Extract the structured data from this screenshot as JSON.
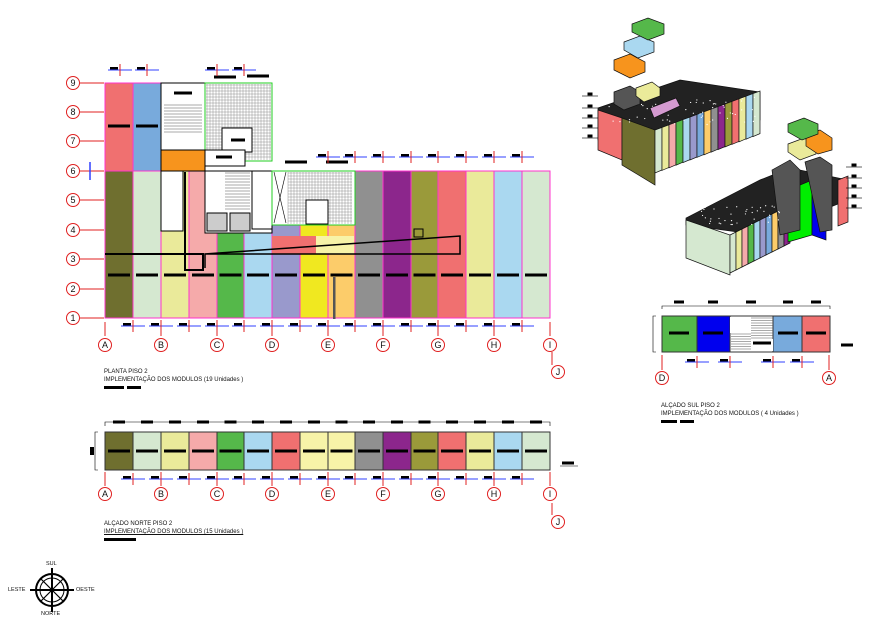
{
  "plan": {
    "title": "PLANTA PISO 2",
    "subtitle": "IMPLEMENTAÇÃO DOS MODULOS (19 Unidades )",
    "row_labels": [
      "1",
      "2",
      "3",
      "4",
      "5",
      "6",
      "7",
      "8",
      "9"
    ],
    "col_labels": [
      "A",
      "B",
      "C",
      "D",
      "E",
      "F",
      "G",
      "H",
      "I"
    ],
    "extra_label": "J",
    "module_colors": [
      "#6f6f2f",
      "#d5e8d0",
      "#eaea9a",
      "#f5aaaa",
      "#55b84a",
      "#aad8f0",
      "#9999cc",
      "#f0e820",
      "#fccc6a",
      "#909090",
      "#8c268c",
      "#9a9a3a",
      "#f07070",
      "#eaea9a",
      "#aad8f0",
      "#d5e8d0"
    ],
    "upper_colors": [
      "#f07070",
      "#78aadc"
    ],
    "stair_color": "#f7941d"
  },
  "north_elevation": {
    "title": "ALÇADO NORTE PISO 2",
    "subtitle": "IMPLEMENTAÇÃO DOS MODULOS (15 Unidades )",
    "col_labels": [
      "A",
      "B",
      "C",
      "D",
      "E",
      "F",
      "G",
      "H",
      "I"
    ],
    "extra_label": "J",
    "module_colors": [
      "#6f6f2f",
      "#d5e8d0",
      "#eaea9a",
      "#f5aaaa",
      "#55b84a",
      "#aad8f0",
      "#f07070",
      "#f7f3a8",
      "#f7f3a8",
      "#909090",
      "#8c268c",
      "#9a9a3a",
      "#f07070",
      "#eaea9a",
      "#aad8f0",
      "#d5e8d0"
    ]
  },
  "south_elevation": {
    "title": "ALÇADO SUL PISO 2",
    "subtitle": "IMPLEMENTAÇÃO DOS MODULOS ( 4 Unidades )",
    "left_label": "D",
    "right_label": "A",
    "module_colors": [
      "#55b84a",
      "#0000ee",
      "#ffffff",
      "#78aadc",
      "#f07070"
    ]
  },
  "compass": {
    "north": "NORTE",
    "south": "SUL",
    "east": "LESTE",
    "west": "OESTE"
  },
  "colors": {
    "grid": "#e02020",
    "module_border": "#ff33cc"
  }
}
